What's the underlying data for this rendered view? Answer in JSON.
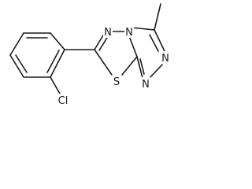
{
  "molecule": {
    "atoms": {
      "n_upper": "N",
      "n_bridge": "N",
      "n_right": "N",
      "n_lower": "N",
      "s": "S",
      "cl": "Cl"
    }
  }
}
